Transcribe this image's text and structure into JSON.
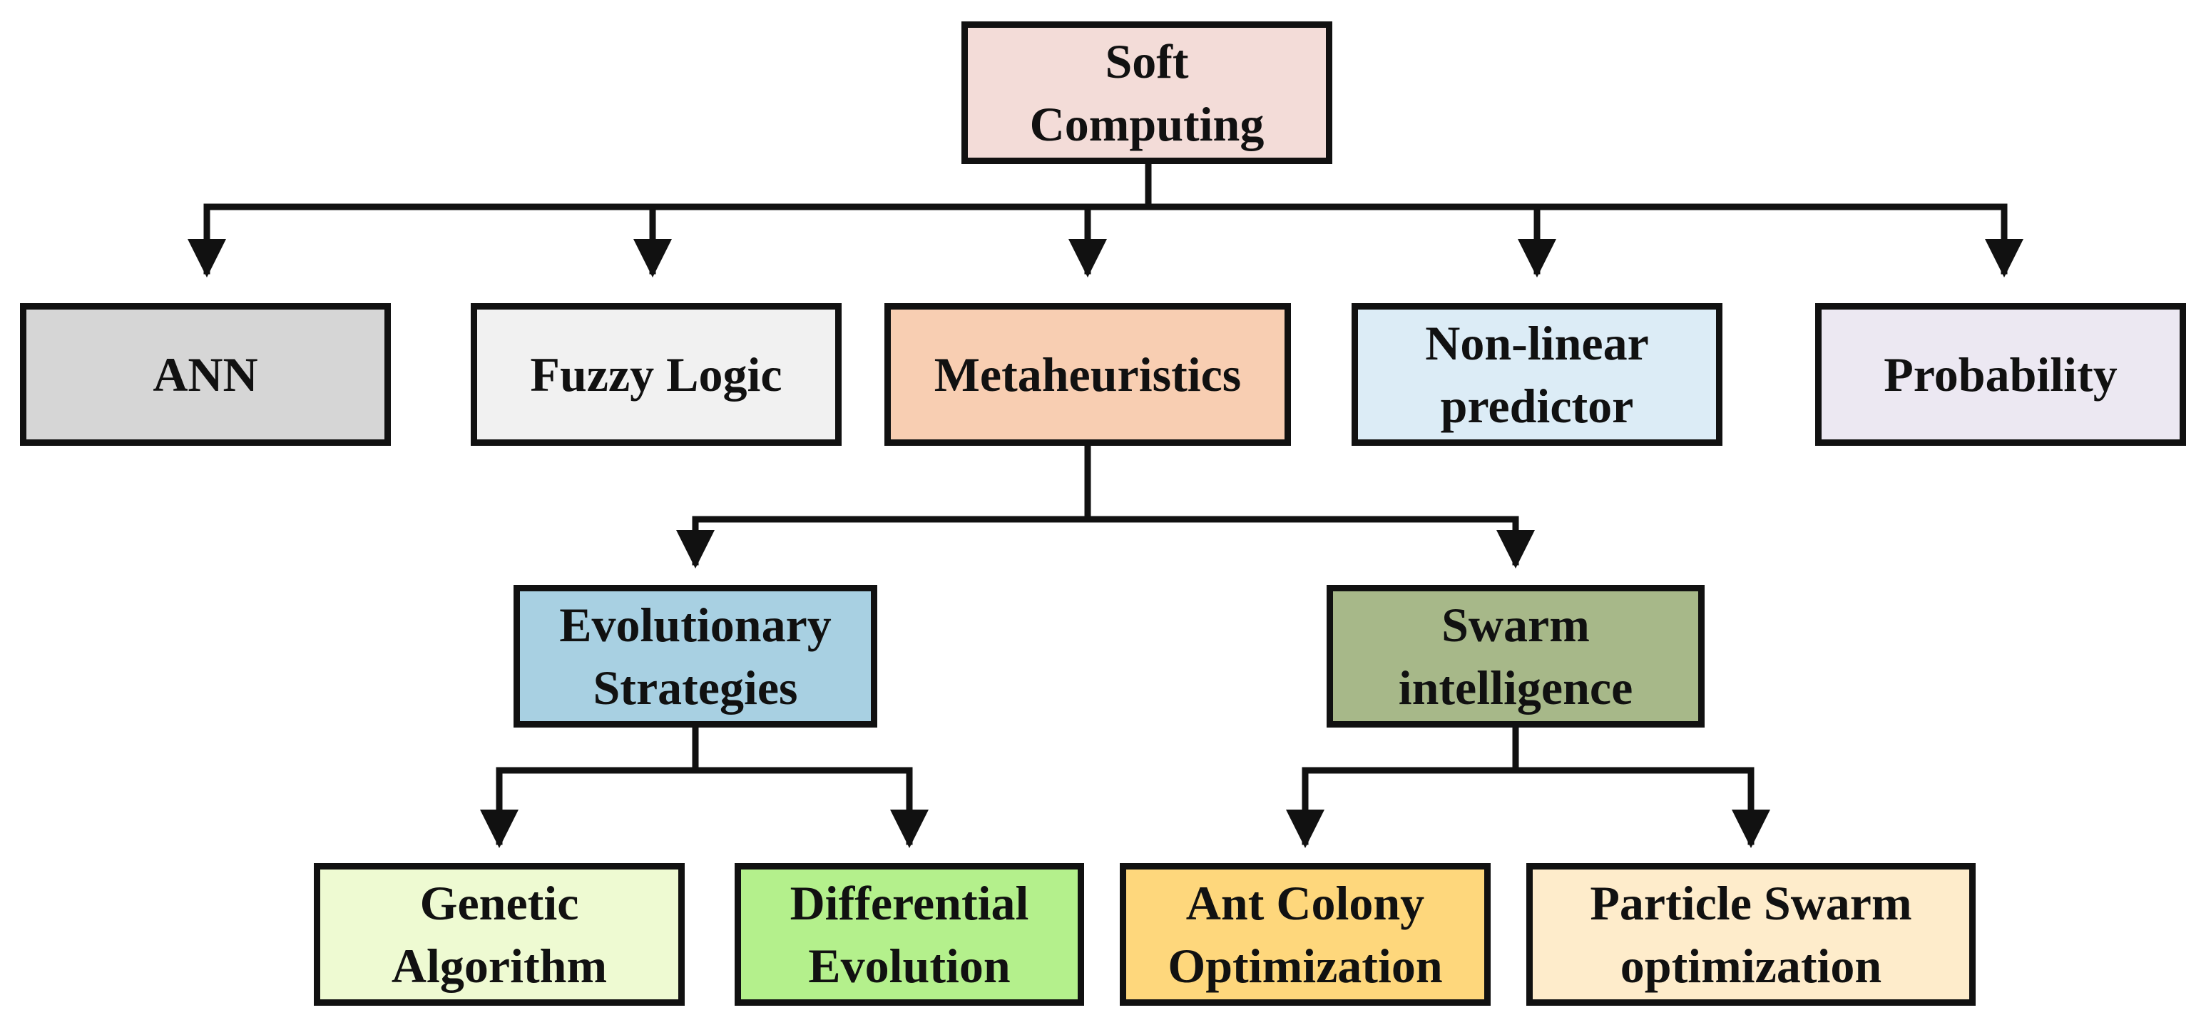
{
  "colors": {
    "line": "#111111",
    "root": "#f3dcd8",
    "ann": "#d6d6d6",
    "fuzzy": "#f1f1f1",
    "meta": "#f8ceb2",
    "nonlinear": "#dcecf6",
    "probability": "#ece8f2",
    "evolutionary": "#a8d0e2",
    "swarm": "#a7b889",
    "genetic": "#eefad2",
    "differential": "#b4f08c",
    "ant": "#fed77c",
    "pso": "#feeccb"
  },
  "nodes": {
    "root": {
      "line1": "Soft",
      "line2": "Computing"
    },
    "ann": {
      "label": "ANN"
    },
    "fuzzy": {
      "label": "Fuzzy Logic"
    },
    "meta": {
      "label": "Metaheuristics"
    },
    "nonlinear": {
      "line1": "Non-linear",
      "line2": "predictor"
    },
    "probability": {
      "label": "Probability"
    },
    "evolutionary": {
      "line1": "Evolutionary",
      "line2": "Strategies"
    },
    "swarm": {
      "line1": "Swarm",
      "line2": "intelligence"
    },
    "genetic": {
      "line1": "Genetic",
      "line2": "Algorithm"
    },
    "differential": {
      "line1": "Differential",
      "line2": "Evolution"
    },
    "ant": {
      "line1": "Ant Colony",
      "line2": "Optimization"
    },
    "pso": {
      "line1": "Particle Swarm",
      "line2": "optimization"
    }
  }
}
